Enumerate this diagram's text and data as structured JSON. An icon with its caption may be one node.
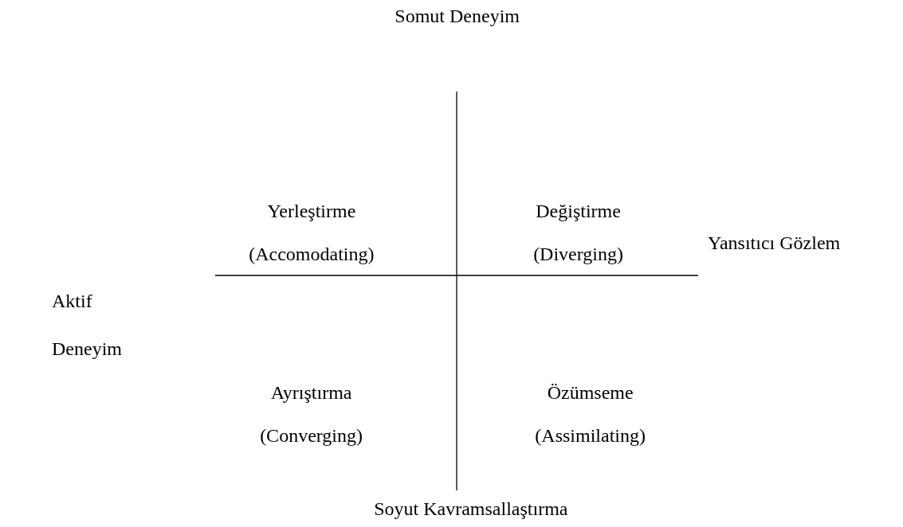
{
  "diagram": {
    "labels": [
      "Somut Deneyim",
      "Yerleştirme (Accomodating)",
      "Değiştirme (Diverging)",
      "Yansıtıcı Gözlem",
      "Aktif Deneyim",
      "Ayrıştırma (Converging)",
      "Özümseme (Assimilating)",
      "Soyut Kavramsallaştırma"
    ]
  }
}
